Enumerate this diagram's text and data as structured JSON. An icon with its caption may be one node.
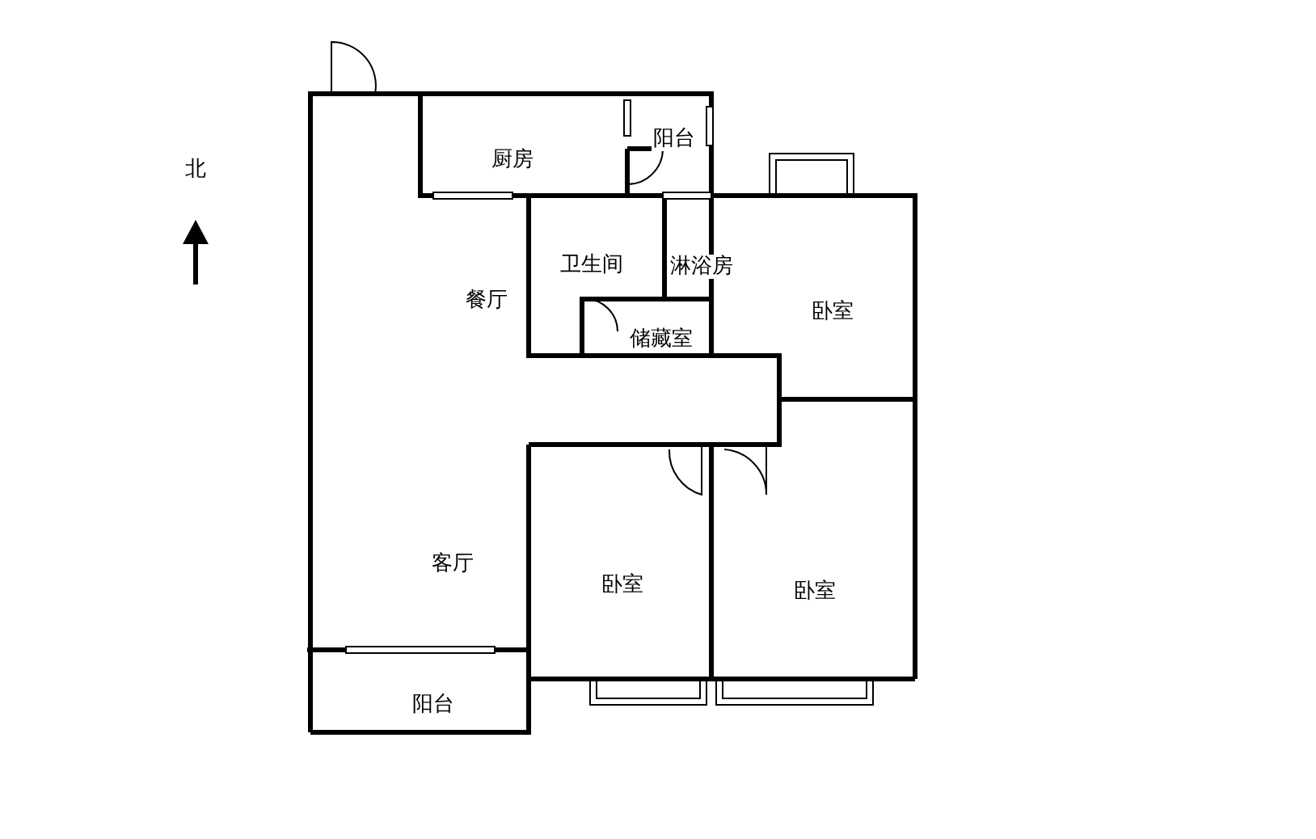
{
  "diagram": {
    "labels": [
      "阳台",
      "厨房",
      "北",
      "卫生间",
      "淋浴房",
      "餐厅",
      "卧室",
      "储藏室",
      "客厅",
      "卧室",
      "卧室",
      "阳台"
    ]
  }
}
